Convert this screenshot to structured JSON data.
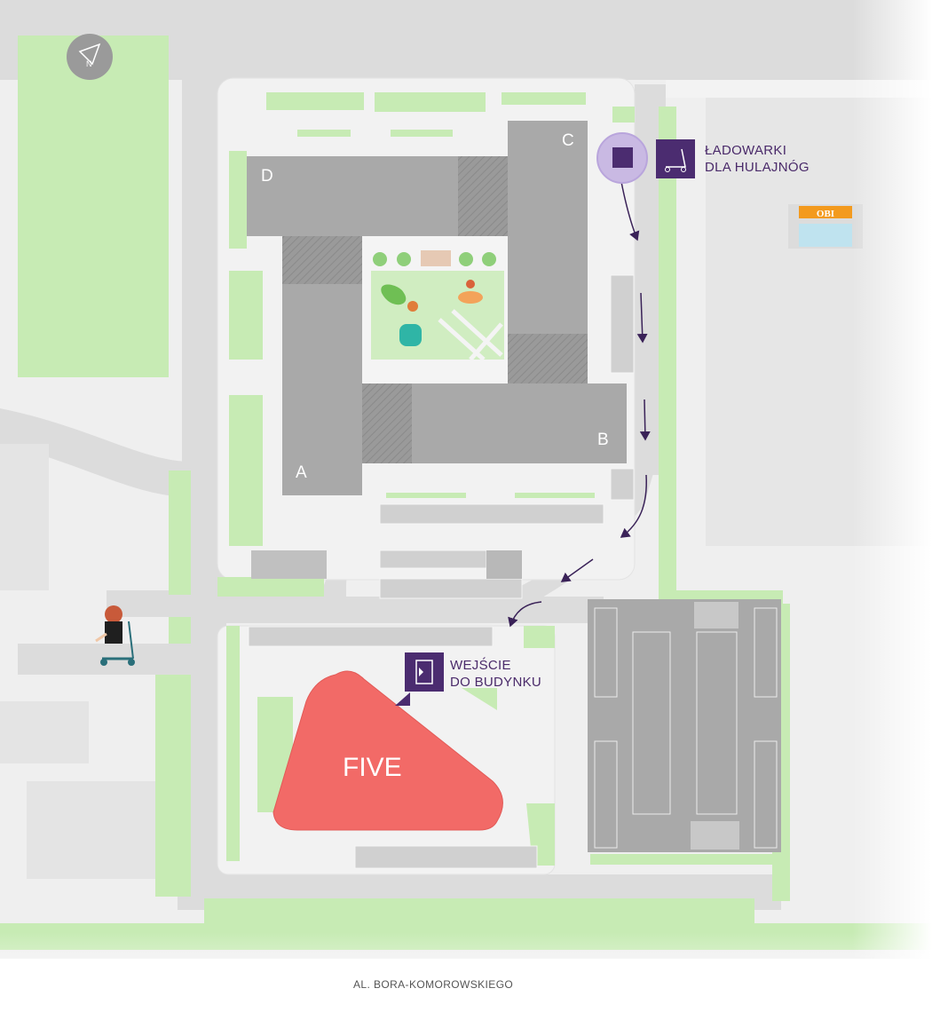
{
  "compass": {
    "label": "N",
    "icon": "compass-north-icon"
  },
  "buildings": {
    "a": "A",
    "b": "B",
    "c": "C",
    "d": "D",
    "five": "FIVE"
  },
  "legend": {
    "scooter_chargers": {
      "line1": "ŁADOWARKI",
      "line2": "DLA HULAJNÓG",
      "icon": "scooter-icon"
    },
    "entrance": {
      "line1": "WEJŚCIE",
      "line2": "DO BUDYNKU",
      "icon": "door-icon"
    }
  },
  "landmarks": {
    "store_logo": "OBI"
  },
  "street": {
    "name": "AL. BORA-KOMOROWSKIEGO"
  },
  "colors": {
    "accent_purple": "#4b2c70",
    "highlight_circle": "#c9b9e3",
    "five_red": "#f26a67",
    "building_gray": "#a9a9a9",
    "lawn_green": "#c7ebb4",
    "road_gray": "#dcdcdc"
  }
}
